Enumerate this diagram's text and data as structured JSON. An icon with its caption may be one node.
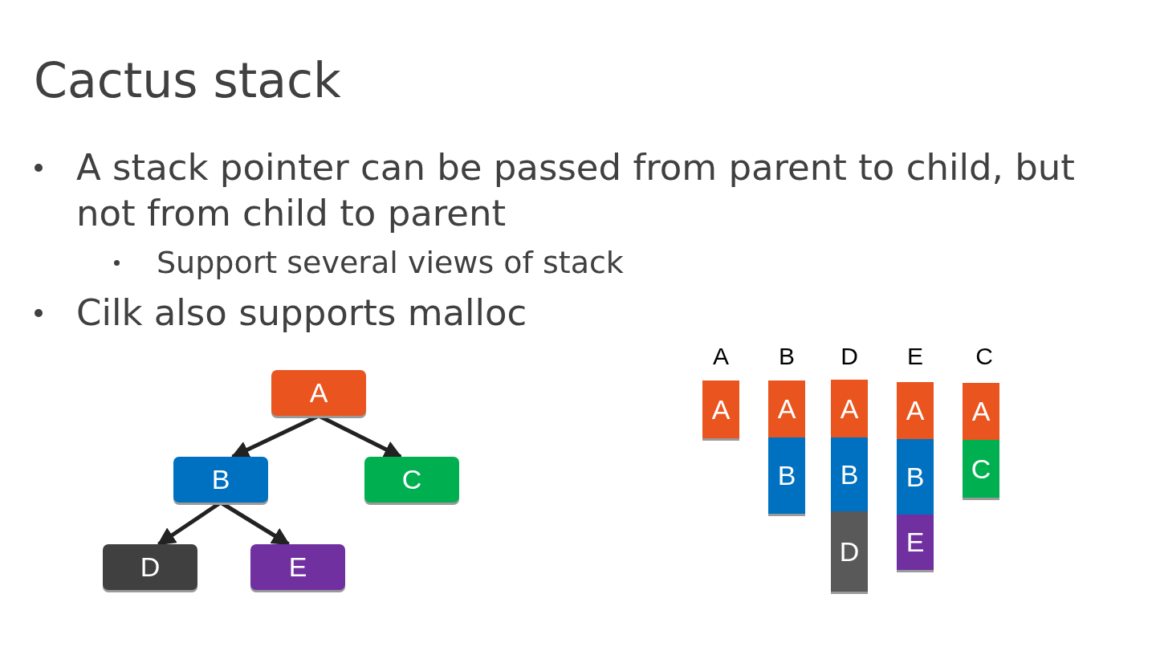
{
  "diagram": {
    "title": "Cactus stack",
    "nodes": [
      {
        "text": [
          "A"
        ]
      },
      {
        "text": [
          "B"
        ]
      },
      {
        "text": [
          "C"
        ]
      },
      {
        "text": [
          "D"
        ]
      },
      {
        "text": [
          "E"
        ]
      },
      {
        "text": [
          "A"
        ]
      },
      {
        "text": [
          "A"
        ]
      },
      {
        "text": [
          "B"
        ]
      },
      {
        "text": [
          "A"
        ]
      },
      {
        "text": [
          "B"
        ]
      },
      {
        "text": [
          "D"
        ]
      },
      {
        "text": [
          "A"
        ]
      },
      {
        "text": [
          "B"
        ]
      },
      {
        "text": [
          "E"
        ]
      },
      {
        "text": [
          "A"
        ]
      },
      {
        "text": [
          "C"
        ]
      }
    ],
    "edges": [
      {
        "from": 0,
        "to": 1,
        "arrow": "to"
      },
      {
        "from": 0,
        "to": 2,
        "arrow": "to"
      },
      {
        "from": 1,
        "to": 3,
        "arrow": "to"
      },
      {
        "from": 1,
        "to": 4,
        "arrow": "to"
      }
    ],
    "labels": [
      "A stack pointer can be passed from parent to child, but not from child to parent",
      "Support several views of stack",
      "Cilk also supports malloc",
      "A",
      "B",
      "D",
      "E",
      "C"
    ]
  }
}
